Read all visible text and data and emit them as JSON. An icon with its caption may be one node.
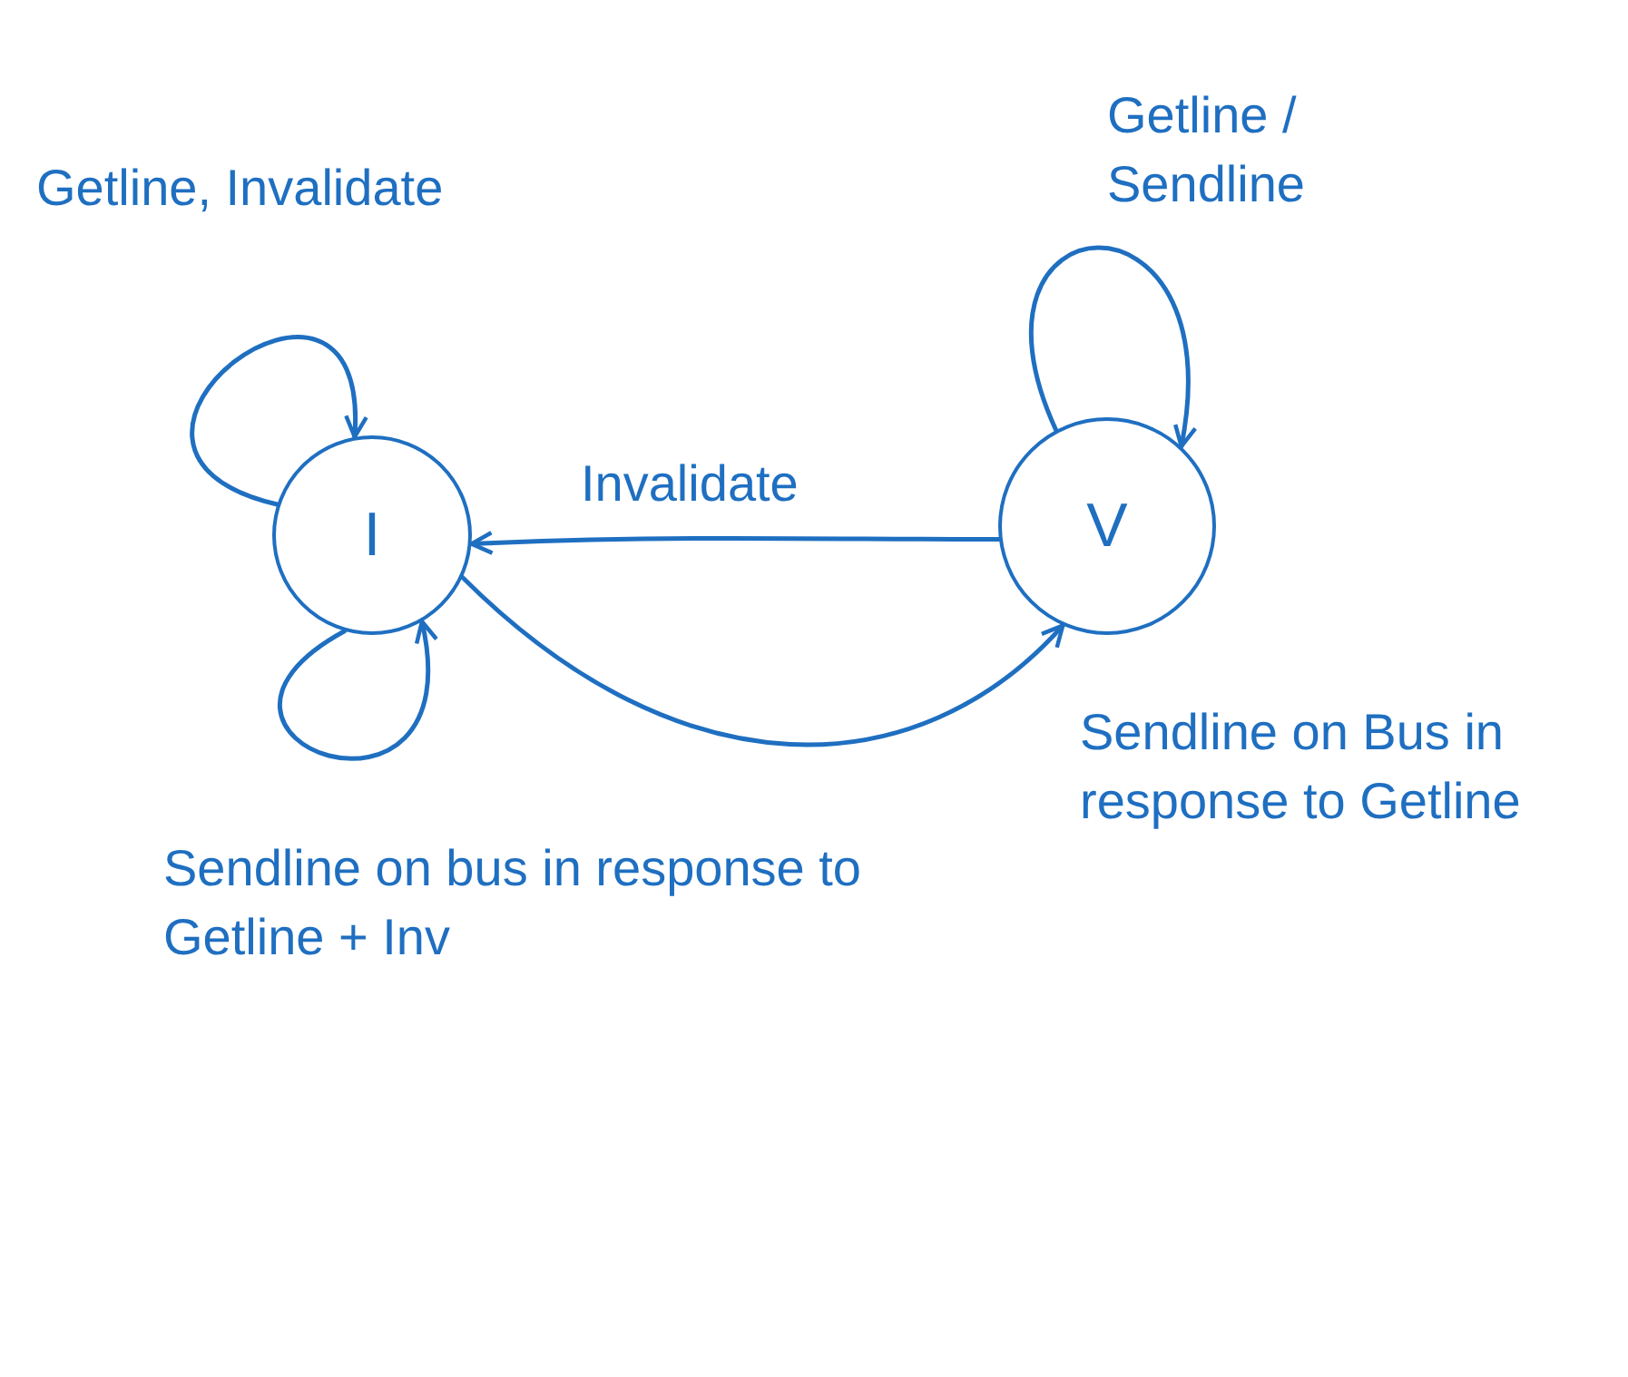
{
  "diagram": {
    "nodes": [
      {
        "text": [
          "I"
        ]
      },
      {
        "text": [
          "V"
        ]
      }
    ],
    "edges": [
      {
        "from": 0,
        "to": 0,
        "arrow": "to",
        "label": "Getline, Invalidate"
      },
      {
        "from": 1,
        "to": 0,
        "arrow": "to",
        "label": "Invalidate"
      },
      {
        "from": 1,
        "to": 1,
        "arrow": "to",
        "label": "Getline / Sendline"
      },
      {
        "from": 0,
        "to": 1,
        "arrow": "to",
        "label": "Sendline on Bus in response to Getline"
      },
      {
        "from": 0,
        "to": 0,
        "arrow": "to",
        "label": "Sendline on bus in response to Getline + Inv"
      }
    ]
  }
}
